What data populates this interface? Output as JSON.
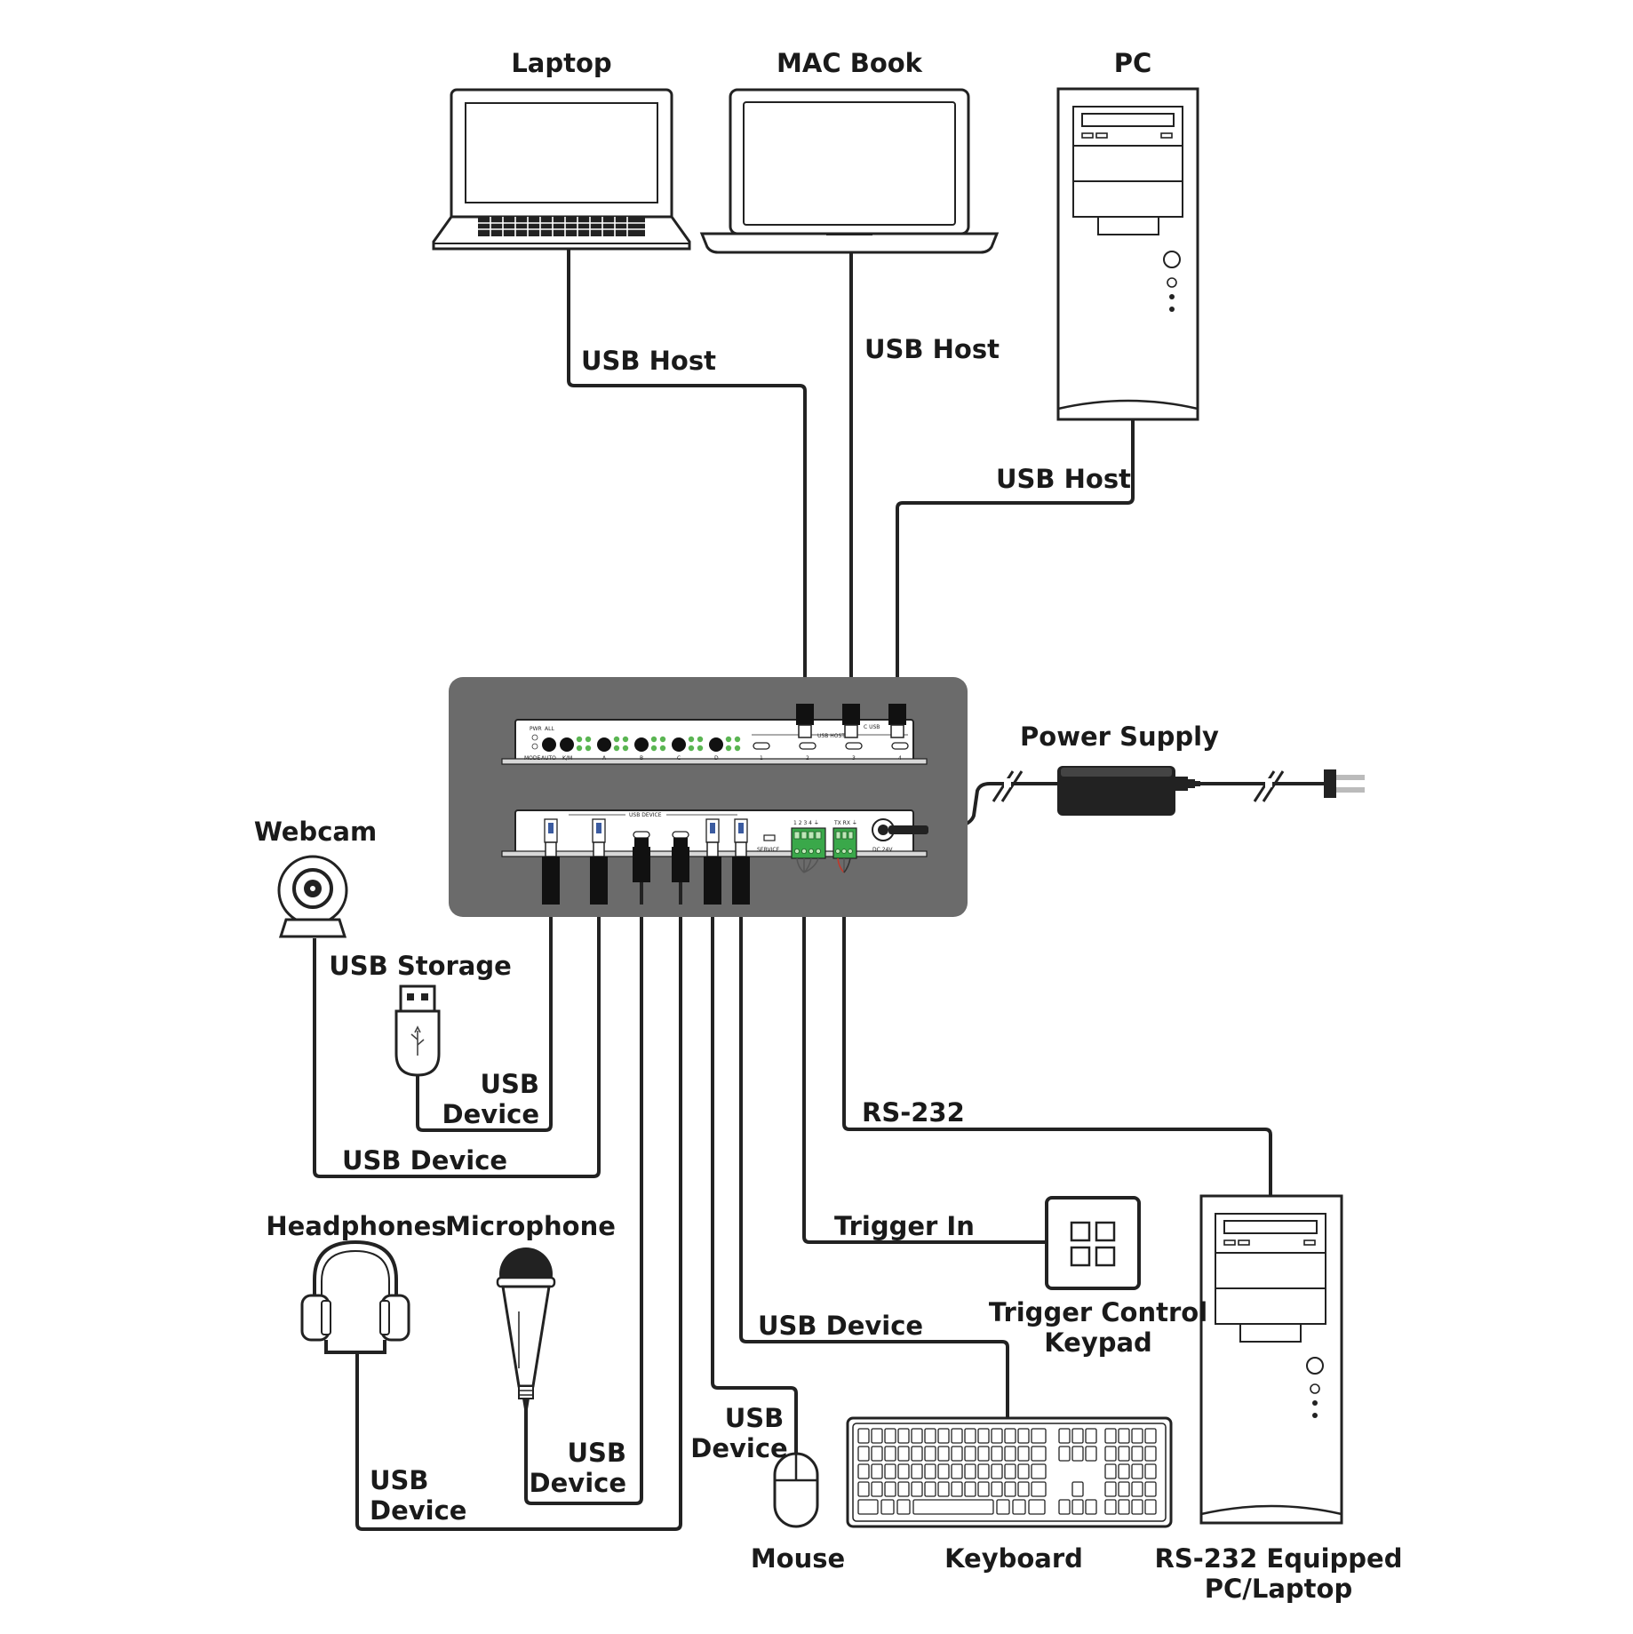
{
  "devices": {
    "laptop": "Laptop",
    "macbook": "MAC Book",
    "pc": "PC",
    "power_supply": "Power Supply",
    "webcam": "Webcam",
    "usb_storage": "USB Storage",
    "headphones": "Headphones",
    "microphone": "Microphone",
    "trigger_keypad_line1": "Trigger Control",
    "trigger_keypad_line2": "Keypad",
    "mouse": "Mouse",
    "keyboard": "Keyboard",
    "rs232_pc_line1": "RS-232 Equipped",
    "rs232_pc_line2": "PC/Laptop"
  },
  "connections": {
    "laptop": "USB Host",
    "macbook": "USB Host",
    "pc": "USB Host",
    "storage_line1": "USB",
    "storage_line2": "Device",
    "webcam": "USB Device",
    "rs232": "RS-232",
    "trigger": "Trigger In",
    "keyboard": "USB Device",
    "mouse_line1": "USB",
    "mouse_line2": "Device",
    "microphone_line1": "USB",
    "microphone_line2": "Device",
    "headphones_line1": "USB",
    "headphones_line2": "Device"
  },
  "front_panel": {
    "pwr": "PWR",
    "all": "ALL",
    "mode": "MODE",
    "auto": "AUTO",
    "km": "K/M",
    "groups": [
      "A",
      "B",
      "C",
      "D"
    ],
    "usb_host": "USB HOST",
    "usb_c": "C USB",
    "ports": [
      "1",
      "2",
      "3",
      "4"
    ]
  },
  "rear_panel": {
    "usb_device": "USB DEVICE",
    "service": "SERVICE",
    "trigger_pins": "1 2 3 4 ⏚",
    "rs232_pins": "TX RX ⏚",
    "dc": "DC 24V"
  },
  "colors": {
    "line": "#222222",
    "hub_body": "#6b6b6b",
    "led_green": "#5ab552",
    "terminal_green": "#3aa84a"
  }
}
